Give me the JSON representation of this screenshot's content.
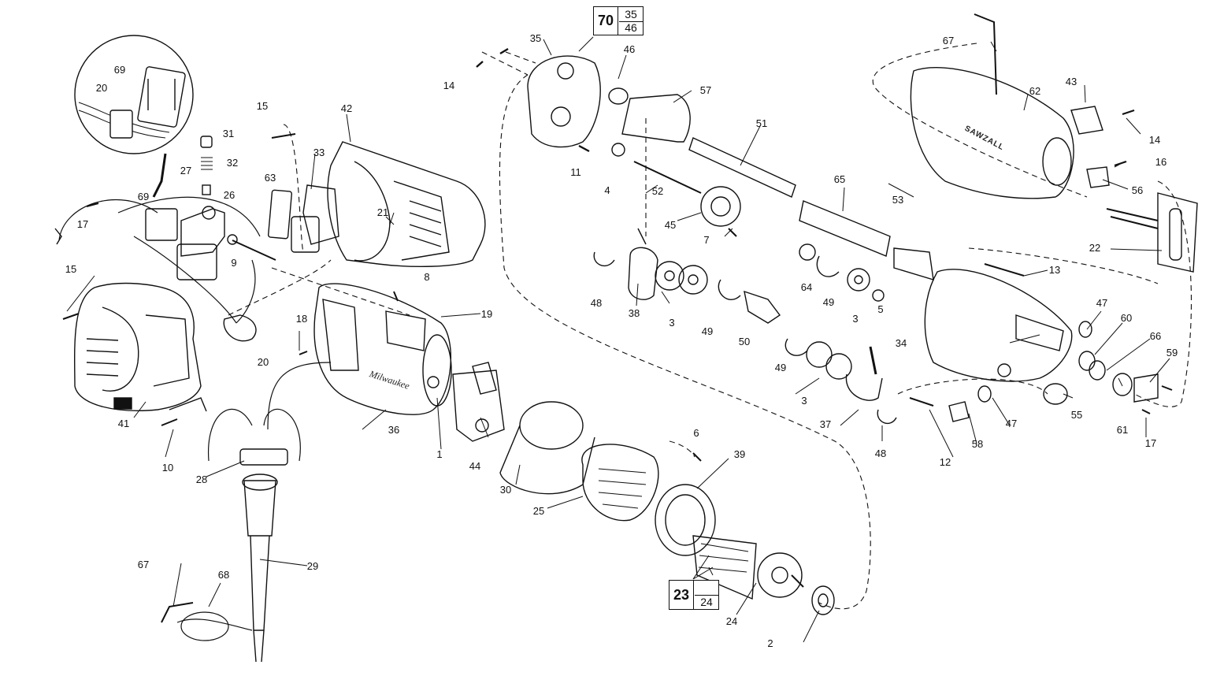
{
  "part_labels": {
    "l1": "1",
    "l2": "2",
    "l3a": "3",
    "l3b": "3",
    "l3c": "3",
    "l4": "4",
    "l5": "5",
    "l6": "6",
    "l7": "7",
    "l8": "8",
    "l9": "9",
    "l10": "10",
    "l11": "11",
    "l12": "12",
    "l13": "13",
    "l14a": "14",
    "l14b": "14",
    "l15a": "15",
    "l15b": "15",
    "l16": "16",
    "l17a": "17",
    "l17b": "17",
    "l18": "18",
    "l19": "19",
    "l20a": "20",
    "l20b": "20",
    "l21": "21",
    "l22": "22",
    "l24": "24",
    "l25": "25",
    "l26": "26",
    "l27": "27",
    "l28": "28",
    "l29": "29",
    "l30": "30",
    "l31": "31",
    "l32": "32",
    "l33": "33",
    "l34": "34",
    "l35": "35",
    "l36": "36",
    "l37": "37",
    "l38": "38",
    "l39": "39",
    "l41": "41",
    "l42": "42",
    "l43": "43",
    "l44": "44",
    "l45": "45",
    "l46": "46",
    "l47a": "47",
    "l47b": "47",
    "l48a": "48",
    "l48b": "48",
    "l49a": "49",
    "l49b": "49",
    "l49c": "49",
    "l50": "50",
    "l51": "51",
    "l52": "52",
    "l53": "53",
    "l55": "55",
    "l56": "56",
    "l57": "57",
    "l58": "58",
    "l59": "59",
    "l60": "60",
    "l61": "61",
    "l62": "62",
    "l63": "63",
    "l64": "64",
    "l65": "65",
    "l66": "66",
    "l67a": "67",
    "l67b": "67",
    "l68": "68",
    "l69a": "69",
    "l69b": "69"
  },
  "assembly_70": {
    "main": "70",
    "top": "35",
    "bottom": "46"
  },
  "assembly_23": {
    "main": "23",
    "top": "",
    "bottom": "24"
  },
  "brand_text": "Milwaukee",
  "model_text": "SAWZALL"
}
